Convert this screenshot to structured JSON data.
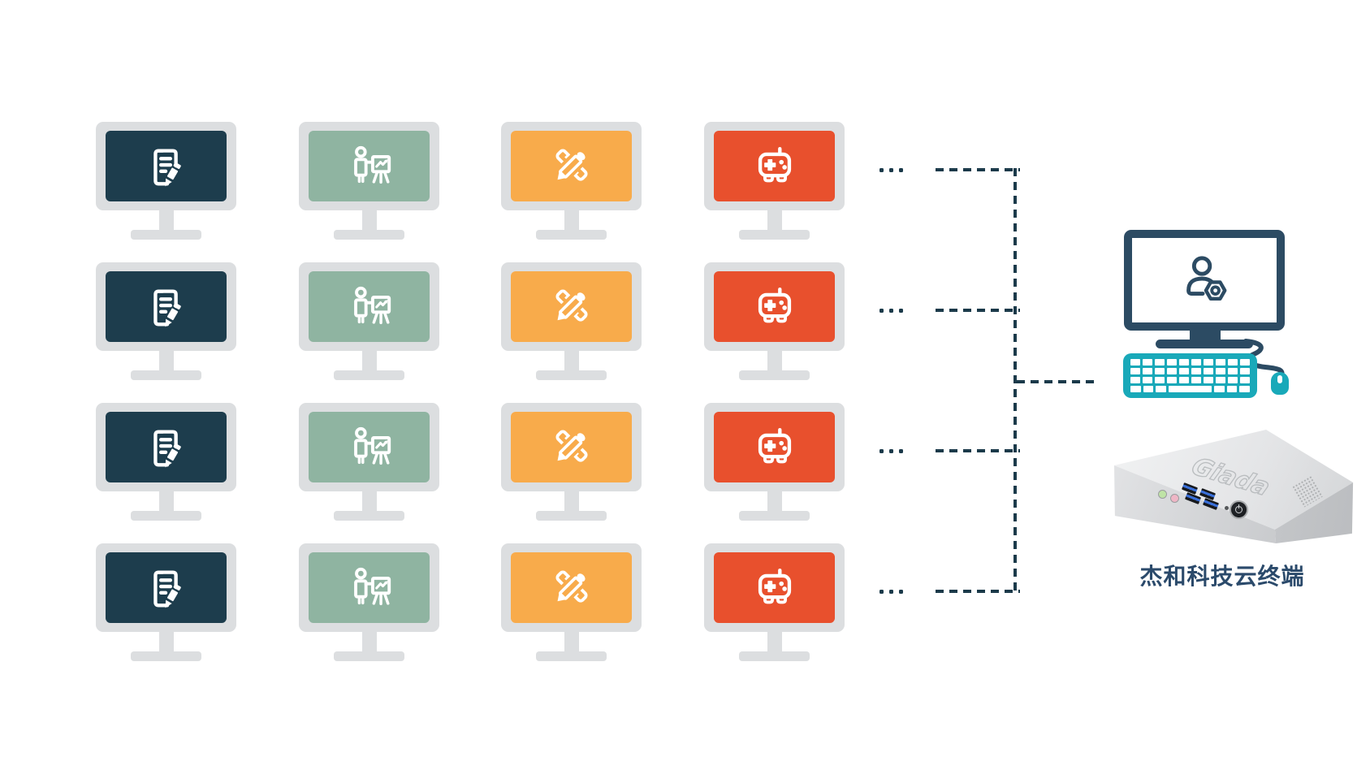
{
  "background": "#ffffff",
  "grid": {
    "rows": 4,
    "bezel_color": "#dcdee0",
    "columns": [
      {
        "name": "document-editing-terminal",
        "icon": "document-edit-icon",
        "screen_color": "#1d3d4d"
      },
      {
        "name": "presentation-terminal",
        "icon": "presenter-board-icon",
        "screen_color": "#8fb4a1"
      },
      {
        "name": "design-terminal",
        "icon": "ruler-pencil-icon",
        "screen_color": "#f8ab4b"
      },
      {
        "name": "gaming-terminal",
        "icon": "gamepad-icon",
        "screen_color": "#e8502d"
      }
    ]
  },
  "connector": {
    "style": "dashed",
    "line_color": "#1b3a4a",
    "dot_color": "#1b3a4a",
    "dots_per_row": 3
  },
  "client": {
    "monitor_icon": "user-gear-icon",
    "monitor_color": "#2c4b63",
    "peripheral_color": "#19a9b9",
    "device_logo": "Giada",
    "label": "杰和科技云终端",
    "label_color": "#2b4a6b"
  }
}
